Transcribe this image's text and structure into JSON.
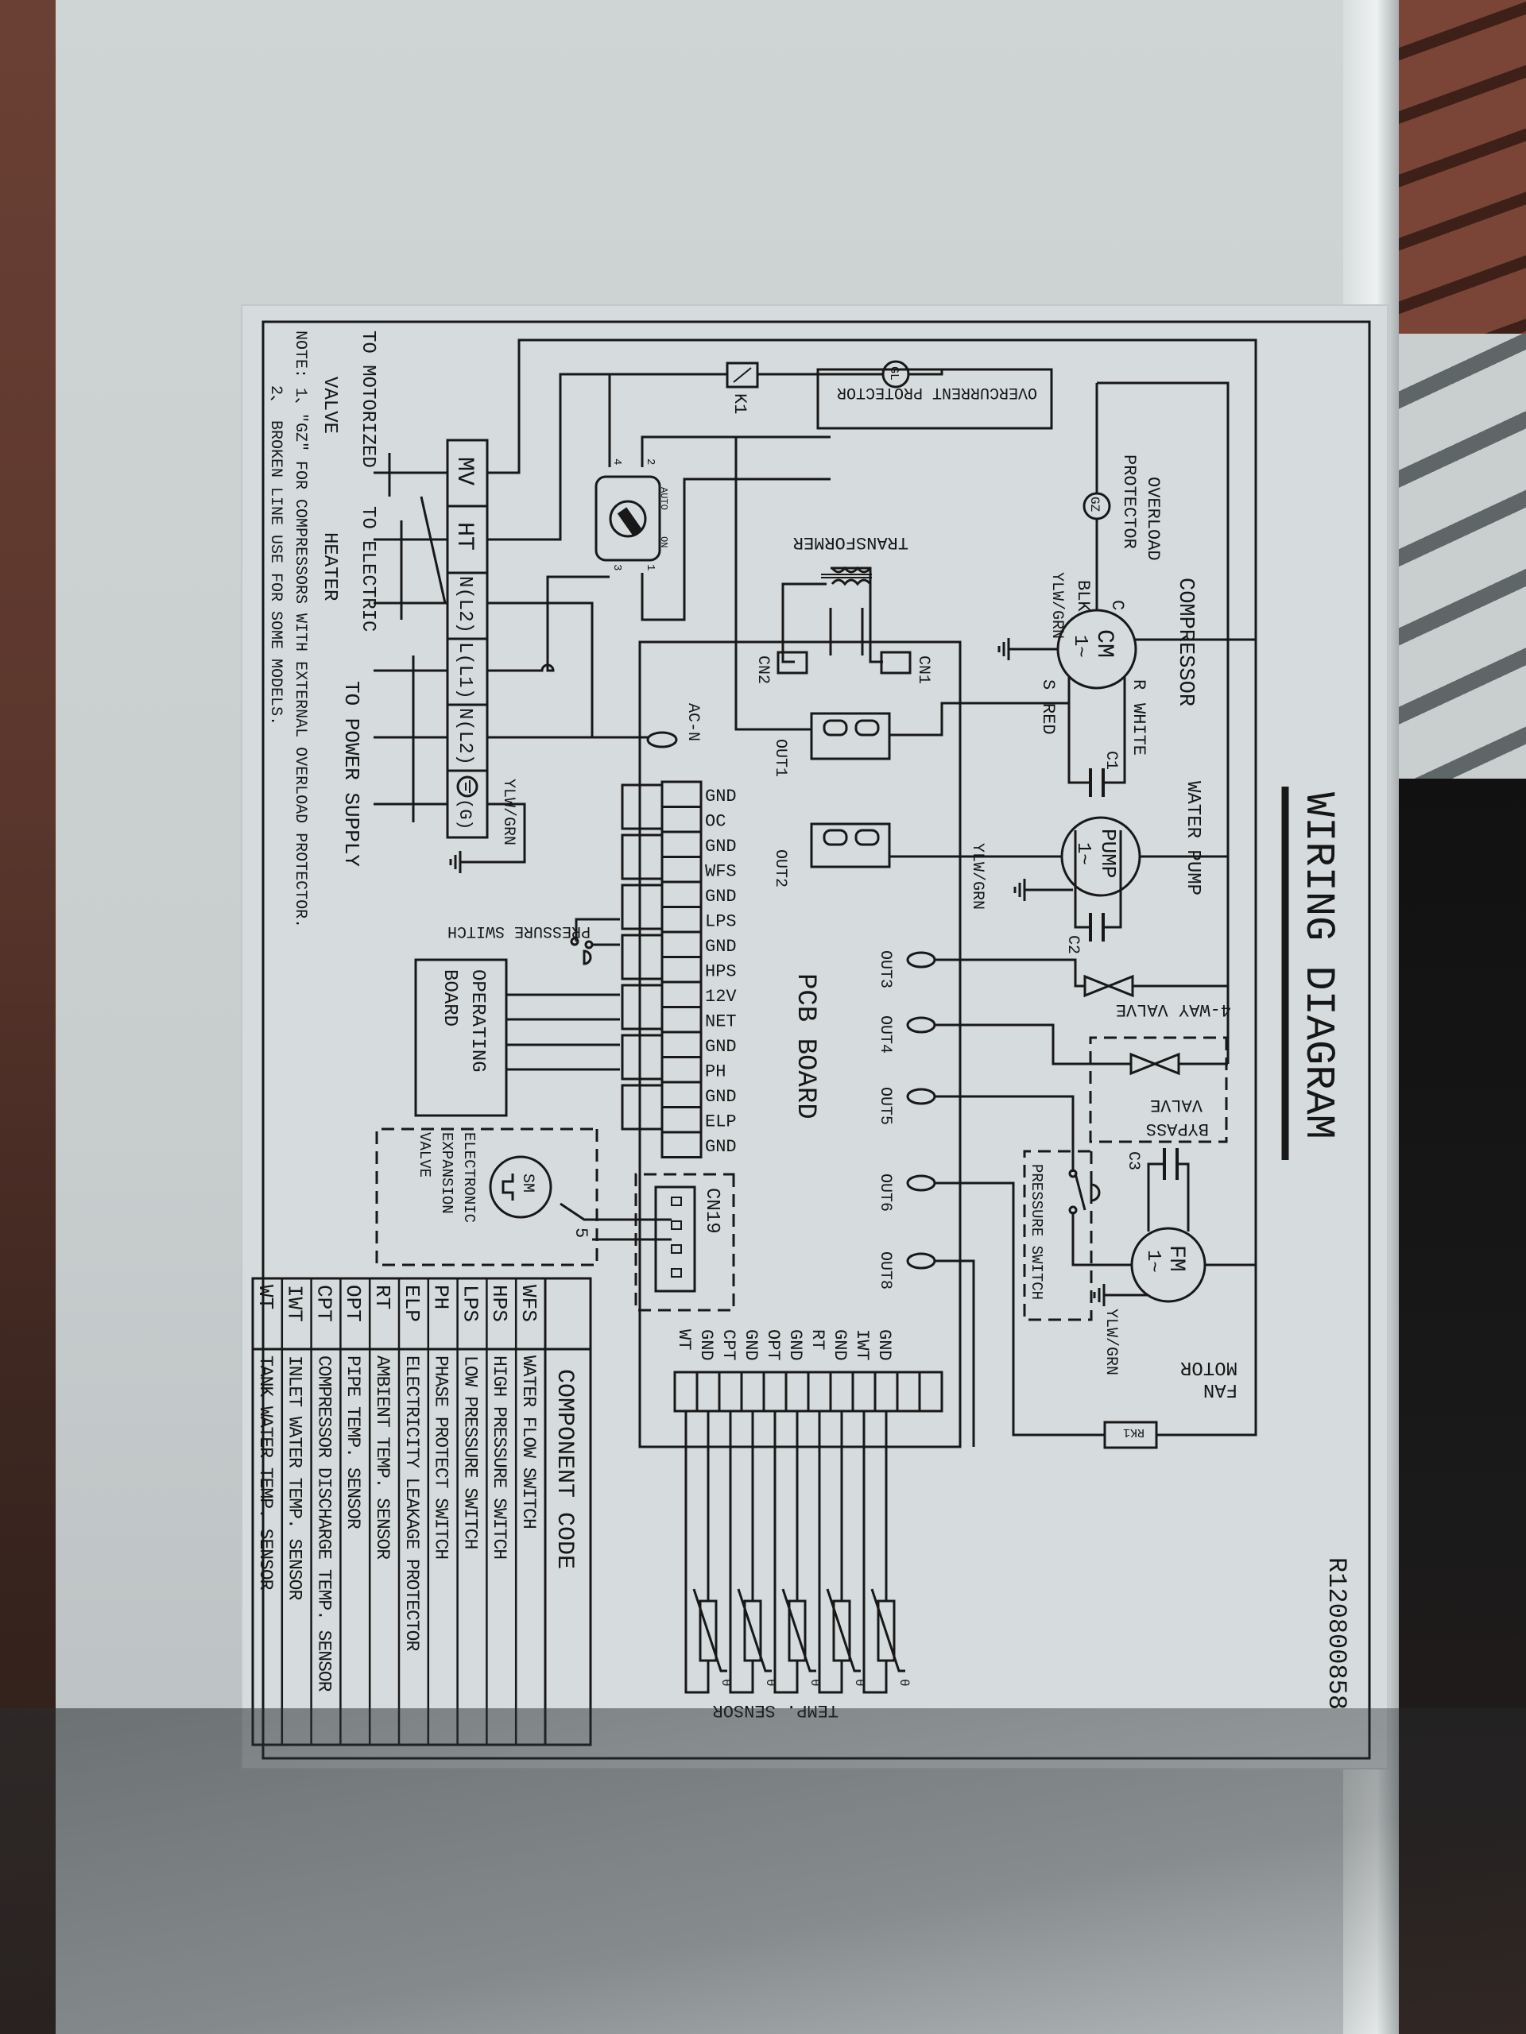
{
  "title": "WIRING DIAGRAM",
  "doc_code": "R120800858",
  "compressor": {
    "label": "COMPRESSOR",
    "symbol": "CM",
    "phase": "1~",
    "terminal_c": "C",
    "wire_c": "BLK",
    "terminal_r": "R",
    "wire_r": "WHITE",
    "terminal_s": "S",
    "wire_s": "RED",
    "ground": "YLW/GRN",
    "capacitor": "C1"
  },
  "overload_protector": {
    "line1": "OVERLOAD",
    "line2": "PROTECTOR",
    "symbol": "GZ"
  },
  "overcurrent_protector": {
    "label": "OVERCURRENT PROTECTOR",
    "symbol": "GL"
  },
  "relay": "K1",
  "mode_switch": {
    "auto": "AUTO",
    "on": "ON",
    "pin1": "1",
    "pin2": "2",
    "pin3": "3",
    "pin4": "4"
  },
  "transformer": {
    "label": "TRANSFORMER",
    "cn1": "CN1",
    "cn2": "CN2"
  },
  "water_pump": {
    "label": "WATER PUMP",
    "symbol": "PUMP",
    "phase": "1~",
    "capacitor": "C2",
    "ground": "YLW/GRN"
  },
  "four_way_valve": "4-WAY VALVE",
  "bypass_valve": {
    "line1": "BYPASS",
    "line2": "VALVE"
  },
  "fan_pressure_switch": "PRESSURE SWITCH",
  "fan_motor": {
    "line1": "FAN",
    "line2": "MOTOR",
    "symbol": "FM",
    "phase": "1~",
    "capacitor": "C3",
    "ground": "YLW/GRN"
  },
  "rk1": "RK1",
  "pcb": {
    "label": "PCB BOARD",
    "ac_n": "AC-N",
    "out1": "OUT1",
    "out2": "OUT2",
    "out3": "OUT3",
    "out4": "OUT4",
    "out5": "OUT5",
    "out6": "OUT6",
    "out8": "OUT8",
    "connector_pins": [
      "GND",
      "OC",
      "GND",
      "WFS",
      "GND",
      "LPS",
      "GND",
      "HPS",
      "12V",
      "NET",
      "GND",
      "PH",
      "GND",
      "ELP",
      "GND"
    ],
    "cn19": "CN19"
  },
  "pressure_switch": "PRESSURE SWITCH",
  "operating_board": {
    "line1": "OPERATING",
    "line2": "BOARD"
  },
  "expansion_valve": {
    "symbol": "SM",
    "wires": "5",
    "line1": "ELECTRONIC",
    "line2": "EXPANSION",
    "line3": "VALVE"
  },
  "terminal_block": {
    "mv": "MV",
    "ht": "HT",
    "n1": "N(L2)",
    "l1": "L(L1)",
    "n2": "N(L2)",
    "g": "(G)",
    "ground": "YLW/GRN"
  },
  "notes": {
    "motorized_1": "TO MOTORIZED",
    "motorized_2": "VALVE",
    "heater_1": "TO ELECTRIC",
    "heater_2": "HEATER",
    "power": "TO POWER SUPPLY",
    "note1": "NOTE: 1、\"GZ\" FOR COMPRESSORS WITH EXTERNAL OVERLOAD PROTECTOR.",
    "note2": "2、 BROKEN LINE USE FOR SOME MODELS."
  },
  "temp_sensor": {
    "label": "TEMP. SENSOR",
    "pins": [
      "WT",
      "GND",
      "CPT",
      "GND",
      "OPT",
      "GND",
      "RT",
      "GND",
      "IWT",
      "GND"
    ],
    "symbol": "θ"
  },
  "component_code": {
    "title": "COMPONENT CODE",
    "rows": [
      [
        "WFS",
        "WATER FLOW SWITCH"
      ],
      [
        "HPS",
        "HIGH PRESSURE SWITCH"
      ],
      [
        "LPS",
        "LOW PRESSURE SWITCH"
      ],
      [
        "PH",
        "PHASE PROTECT SWITCH"
      ],
      [
        "ELP",
        "ELECTRICITY LEAKAGE PROTECTOR"
      ],
      [
        "RT",
        "AMBIENT TEMP. SENSOR"
      ],
      [
        "OPT",
        "PIPE TEMP. SENSOR"
      ],
      [
        "CPT",
        "COMPRESSOR DISCHARGE TEMP. SENSOR"
      ],
      [
        "IWT",
        "INLET WATER TEMP. SENSOR"
      ],
      [
        "WT",
        "TANK WATER TEMP. SENSOR"
      ]
    ]
  }
}
